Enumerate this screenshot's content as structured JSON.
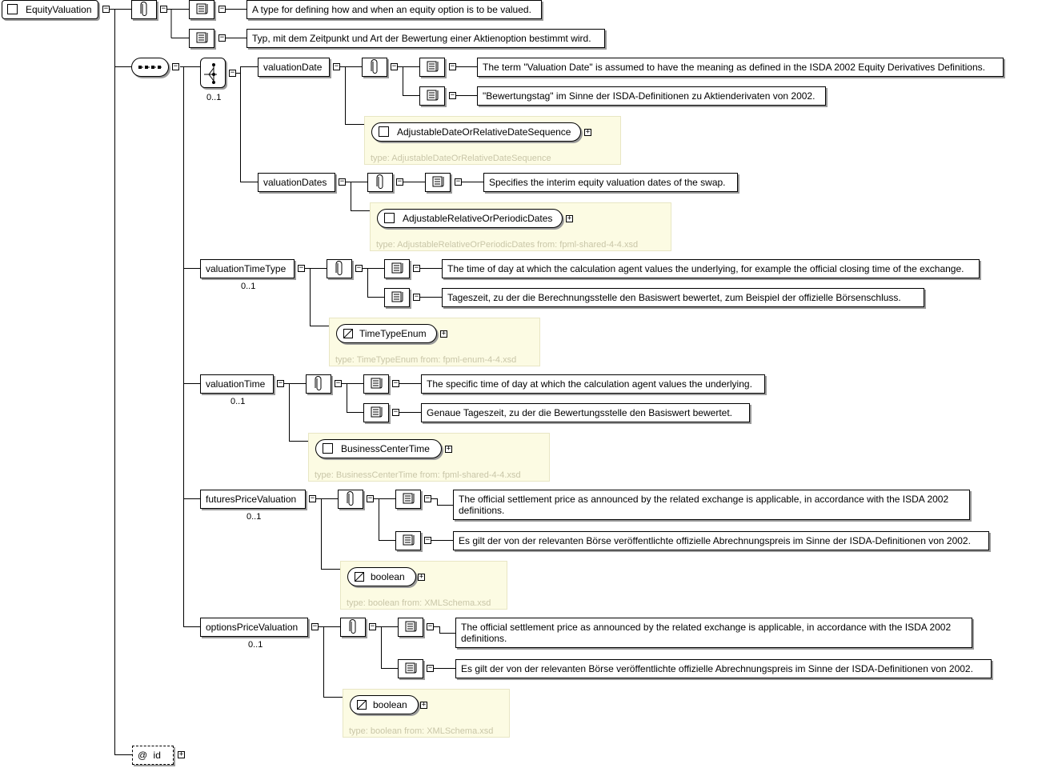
{
  "root": {
    "name": "EquityValuation"
  },
  "root_docs": [
    "A type for defining how and when an equity option is to be valued.",
    "Typ, mit dem Zeitpunkt und Art der Bewertung einer Aktienoption bestimmt wird."
  ],
  "choice_occurrence": "0..1",
  "valuationDate": {
    "name": "valuationDate",
    "docs": [
      "The term \"Valuation Date\" is assumed to have the meaning as defined in the ISDA 2002 Equity Derivatives Definitions.",
      "\"Bewertungstag\" im Sinne der ISDA-Definitionen zu Aktienderivaten von 2002."
    ],
    "type_name": "AdjustableDateOrRelativeDateSequence",
    "type_label": "type: AdjustableDateOrRelativeDateSequence"
  },
  "valuationDates": {
    "name": "valuationDates",
    "docs": [
      "Specifies the interim equity valuation dates of the swap."
    ],
    "type_name": "AdjustableRelativeOrPeriodicDates",
    "type_label": "type: AdjustableRelativeOrPeriodicDates from: fpml-shared-4-4.xsd"
  },
  "valuationTimeType": {
    "name": "valuationTimeType",
    "occurrence": "0..1",
    "docs": [
      "The time of day at which the calculation agent values the underlying, for example the official closing time of the exchange.",
      "Tageszeit, zu der die Berechnungsstelle den Basiswert bewertet, zum Beispiel der offizielle Börsenschluss."
    ],
    "type_name": "TimeTypeEnum",
    "type_label": "type: TimeTypeEnum from: fpml-enum-4-4.xsd"
  },
  "valuationTime": {
    "name": "valuationTime",
    "occurrence": "0..1",
    "docs": [
      "The specific time of day at which the calculation agent values the underlying.",
      "Genaue Tageszeit, zu der die Bewertungsstelle den Basiswert bewertet."
    ],
    "type_name": "BusinessCenterTime",
    "type_label": "type: BusinessCenterTime from: fpml-shared-4-4.xsd"
  },
  "futuresPriceValuation": {
    "name": "futuresPriceValuation",
    "occurrence": "0..1",
    "docs": [
      "The official settlement price as announced by the related exchange is applicable, in accordance with the ISDA 2002 definitions.",
      "Es gilt der von der relevanten Börse veröffentlichte offizielle Abrechnungspreis im Sinne der ISDA-Definitionen von 2002."
    ],
    "type_name": "boolean",
    "type_label": "type: boolean from: XMLSchema.xsd"
  },
  "optionsPriceValuation": {
    "name": "optionsPriceValuation",
    "occurrence": "0..1",
    "docs": [
      "The official settlement price as announced by the related exchange is applicable, in accordance with the ISDA 2002 definitions.",
      "Es gilt der von der relevanten Börse veröffentlichte offizielle Abrechnungspreis im Sinne der ISDA-Definitionen von 2002."
    ],
    "type_name": "boolean",
    "type_label": "type: boolean from: XMLSchema.xsd"
  },
  "attribute": {
    "prefix": "@",
    "name": "id"
  },
  "colors": {
    "type_box_bg": "#fcfbe3",
    "type_label": "#c9c6a8",
    "line": "#000000"
  }
}
